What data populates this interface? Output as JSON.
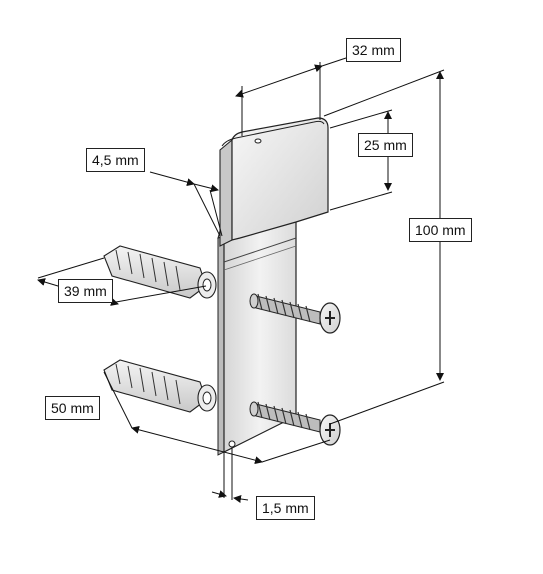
{
  "diagram": {
    "labels": {
      "width_top": "32 mm",
      "depth_tab": "25 mm",
      "height_total": "100 mm",
      "wall_plug_gap": "4,5 mm",
      "plug_length": "39 mm",
      "plate_length": "50 mm",
      "plate_thickness": "1,5 mm"
    }
  }
}
